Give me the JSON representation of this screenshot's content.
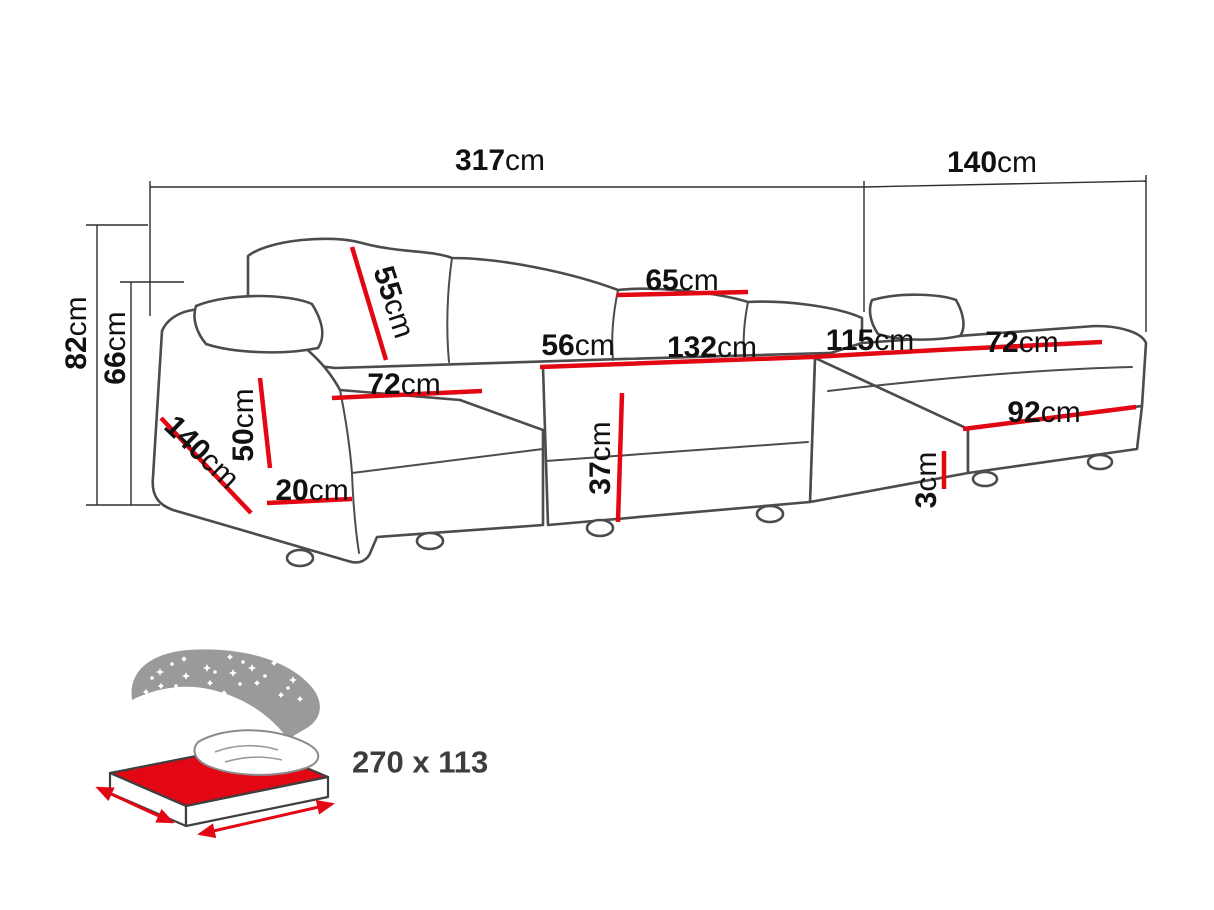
{
  "diagram": {
    "dims": {
      "total_width": {
        "value": "317",
        "unit": "cm"
      },
      "right_section_depth": {
        "value": "140",
        "unit": "cm"
      },
      "total_height": {
        "value": "82",
        "unit": "cm"
      },
      "armrest_back_height": {
        "value": "66",
        "unit": "cm"
      },
      "back_cushion_height": {
        "value": "55",
        "unit": "cm"
      },
      "back_cushion_width": {
        "value": "65",
        "unit": "cm"
      },
      "seat_depth": {
        "value": "56",
        "unit": "cm"
      },
      "center_seat_width": {
        "value": "132",
        "unit": "cm"
      },
      "right_seat_width": {
        "value": "115",
        "unit": "cm"
      },
      "right_chaise_seat_width": {
        "value": "72",
        "unit": "cm"
      },
      "left_seat_width": {
        "value": "72",
        "unit": "cm"
      },
      "armrest_front_height": {
        "value": "50",
        "unit": "cm"
      },
      "left_chaise_depth": {
        "value": "140",
        "unit": "cm"
      },
      "armrest_width": {
        "value": "20",
        "unit": "cm"
      },
      "seat_front_height": {
        "value": "37",
        "unit": "cm"
      },
      "right_chaise_length": {
        "value": "92",
        "unit": "cm"
      },
      "leg_height": {
        "value": "3",
        "unit": "cm"
      }
    },
    "sleeping_area": {
      "size_label": "270 x 113"
    },
    "colors": {
      "dimension_line_red": "#e30613",
      "outline_gray": "#4c4c4c",
      "measure_line_dark": "#2e2e2e",
      "star_blanket_gray": "#9a9a9a",
      "label_text": "#111111"
    }
  }
}
